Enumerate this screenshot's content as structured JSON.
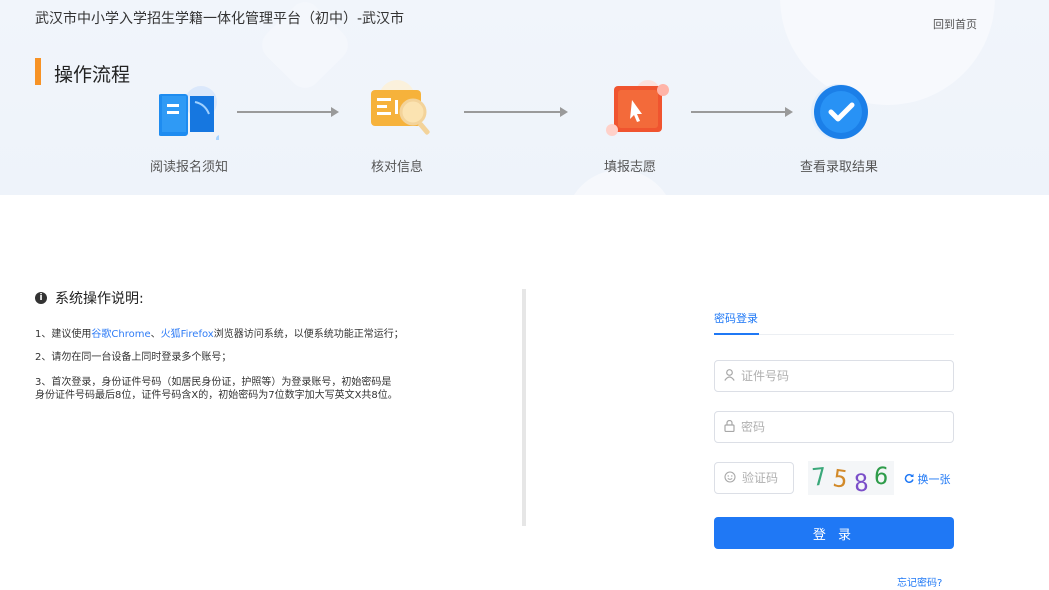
{
  "header": {
    "site_title": "武汉市中小学入学招生学籍一体化管理平台（初中）-武汉市",
    "home_link": "回到首页"
  },
  "process": {
    "title": "操作流程",
    "steps": [
      {
        "label": "阅读报名须知",
        "icon": "book-icon"
      },
      {
        "label": "核对信息",
        "icon": "search-document-icon"
      },
      {
        "label": "填报志愿",
        "icon": "cursor-form-icon"
      },
      {
        "label": "查看录取结果",
        "icon": "check-circle-icon"
      }
    ]
  },
  "instructions": {
    "title": "系统操作说明:",
    "line1_pre": "1、建议使用",
    "line1_chrome": "谷歌Chrome",
    "line1_sep": "、",
    "line1_firefox": "火狐Firefox",
    "line1_post": "浏览器访问系统，以便系统功能正常运行；",
    "line2": "2、请勿在同一台设备上同时登录多个账号；",
    "line3a": "3、首次登录，身份证件号码（如居民身份证，护照等）为登录账号，初始密码是",
    "line3b": "身份证件号码最后8位，证件号码含X的，初始密码为7位数字加大写英文X共8位。"
  },
  "login": {
    "tab": "密码登录",
    "id_placeholder": "证件号码",
    "password_placeholder": "密码",
    "captcha_placeholder": "验证码",
    "captcha_digits": [
      "7",
      "5",
      "8",
      "6"
    ],
    "refresh": "换一张",
    "submit": "登 录",
    "forgot": "忘记密码?"
  },
  "colors": {
    "accent": "#1f78f5",
    "section_marker": "#f79225",
    "captcha": [
      "#3aa87a",
      "#d28a2a",
      "#7b4fc9",
      "#2e9c4a"
    ]
  }
}
